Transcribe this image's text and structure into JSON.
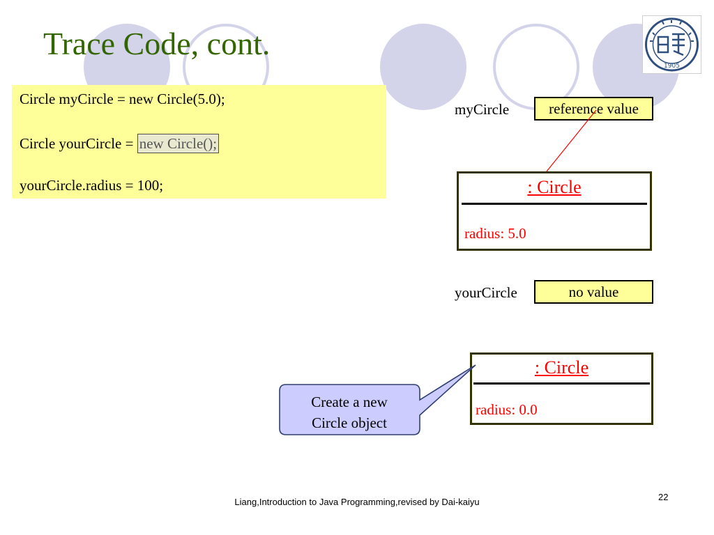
{
  "slide": {
    "title": "Trace Code, cont.",
    "colors": {
      "title": "#336600",
      "code_background": "#ffff99",
      "decoration": "#d3d3ea",
      "object_text": "#ff0000",
      "callout_background": "#ccccff"
    }
  },
  "code": {
    "line1": "Circle myCircle = new Circle(5.0);",
    "line2_prefix": "Circle yourCircle = ",
    "line2_highlight": "new Circle();",
    "line3": "yourCircle.radius = 100;"
  },
  "memory": {
    "my_circle": {
      "label": "myCircle",
      "value": "reference value"
    },
    "my_circle_object": {
      "title": ": Circle",
      "field": "radius: 5.0"
    },
    "your_circle": {
      "label": "yourCircle",
      "value": "no value"
    },
    "new_object": {
      "title": ": Circle",
      "field": "radius: 0.0"
    }
  },
  "callout": {
    "line1": "Create a new",
    "line2": "Circle object"
  },
  "logo": {
    "icon": "university-seal-icon",
    "year": "1905"
  },
  "footer": {
    "credit": "Liang,Introduction to Java Programming,revised by Dai-kaiyu",
    "page_number": "22"
  }
}
